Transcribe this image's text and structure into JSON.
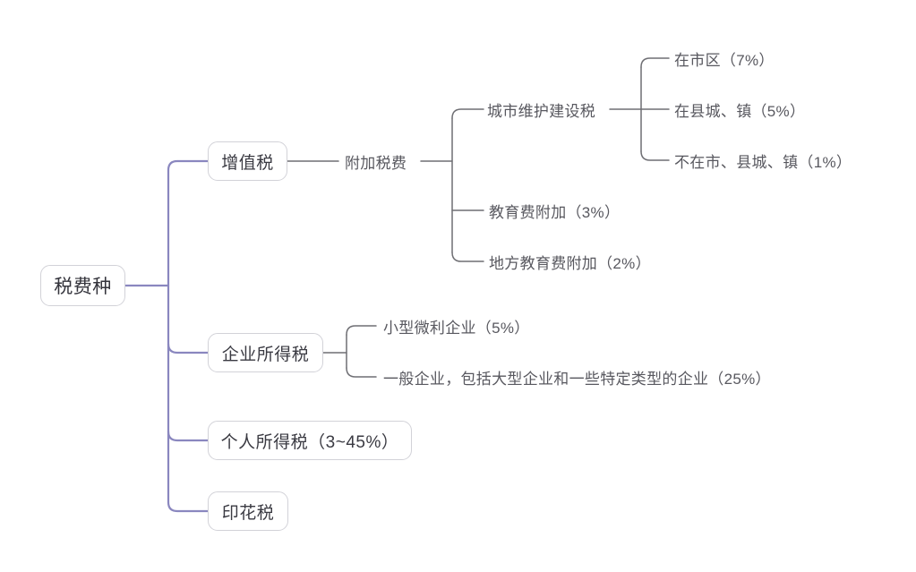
{
  "diagram": {
    "title": "税费种",
    "type": "mindmap",
    "colors": {
      "root_link": "#8a87bf",
      "branch_link": "#6f6f74",
      "node_border": "#d2d2d8",
      "node_text": "#3d3d46",
      "background": "#ffffff"
    }
  },
  "root": {
    "label": "税费种"
  },
  "branches": [
    {
      "label": "增值税",
      "children": [
        {
          "label": "附加税费",
          "children": [
            {
              "label": "城市维护建设税",
              "children": [
                {
                  "label": "在市区（7%）"
                },
                {
                  "label": "在县城、镇（5%）"
                },
                {
                  "label": "不在市、县城、镇（1%）"
                }
              ]
            },
            {
              "label": "教育费附加（3%）"
            },
            {
              "label": "地方教育费附加（2%）"
            }
          ]
        }
      ]
    },
    {
      "label": "企业所得税",
      "children": [
        {
          "label": "小型微利企业（5%）"
        },
        {
          "label": "一般企业，包括大型企业和一些特定类型的企业（25%）"
        }
      ]
    },
    {
      "label": "个人所得税（3~45%）",
      "children": []
    },
    {
      "label": "印花税",
      "children": []
    }
  ]
}
